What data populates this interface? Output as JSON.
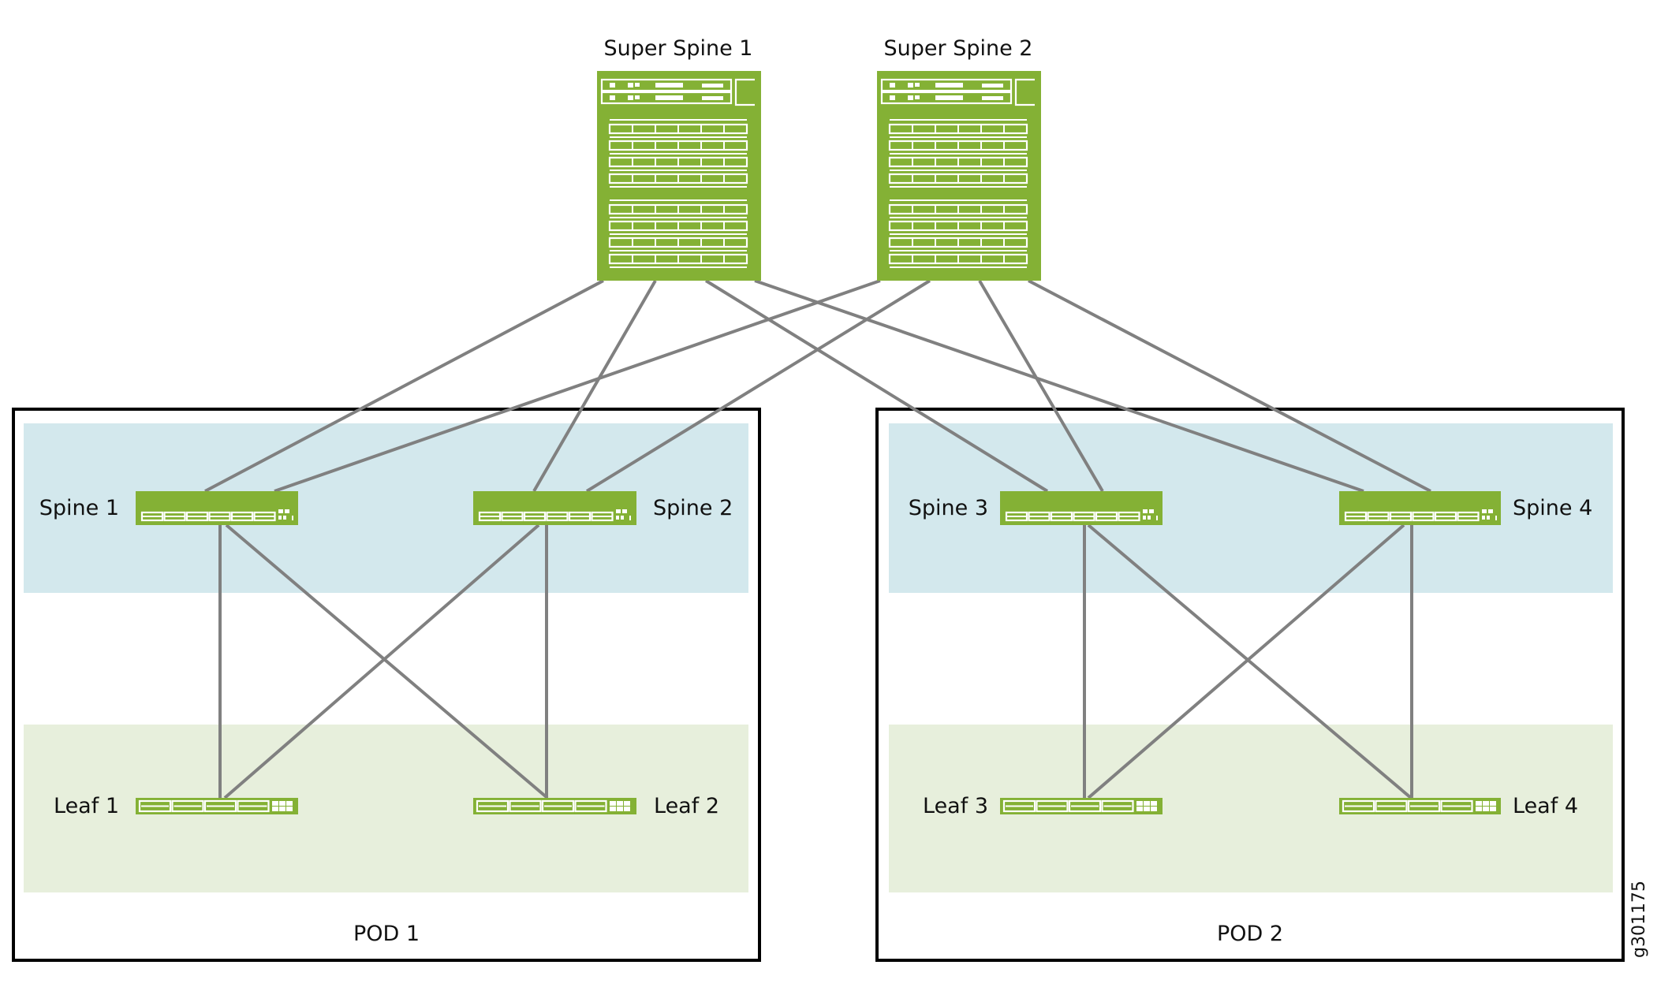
{
  "figure_id": "g301175",
  "colors": {
    "device": "#84b135",
    "link": "#808080",
    "spine_band": "#d3e8ed",
    "leaf_band": "#e7efdc",
    "pod_border": "#000000"
  },
  "super_spines": [
    {
      "id": "ss1",
      "label": "Super Spine 1"
    },
    {
      "id": "ss2",
      "label": "Super Spine 2"
    }
  ],
  "pods": [
    {
      "id": "pod1",
      "label": "POD 1",
      "spines": [
        {
          "id": "spine1",
          "label": "Spine 1"
        },
        {
          "id": "spine2",
          "label": "Spine 2"
        }
      ],
      "leaves": [
        {
          "id": "leaf1",
          "label": "Leaf 1"
        },
        {
          "id": "leaf2",
          "label": "Leaf 2"
        }
      ]
    },
    {
      "id": "pod2",
      "label": "POD 2",
      "spines": [
        {
          "id": "spine3",
          "label": "Spine 3"
        },
        {
          "id": "spine4",
          "label": "Spine 4"
        }
      ],
      "leaves": [
        {
          "id": "leaf3",
          "label": "Leaf 3"
        },
        {
          "id": "leaf4",
          "label": "Leaf 4"
        }
      ]
    }
  ],
  "links": [
    [
      "ss1",
      "spine1"
    ],
    [
      "ss1",
      "spine2"
    ],
    [
      "ss1",
      "spine3"
    ],
    [
      "ss1",
      "spine4"
    ],
    [
      "ss2",
      "spine1"
    ],
    [
      "ss2",
      "spine2"
    ],
    [
      "ss2",
      "spine3"
    ],
    [
      "ss2",
      "spine4"
    ],
    [
      "spine1",
      "leaf1"
    ],
    [
      "spine1",
      "leaf2"
    ],
    [
      "spine2",
      "leaf1"
    ],
    [
      "spine2",
      "leaf2"
    ],
    [
      "spine3",
      "leaf3"
    ],
    [
      "spine3",
      "leaf4"
    ],
    [
      "spine4",
      "leaf3"
    ],
    [
      "spine4",
      "leaf4"
    ]
  ]
}
